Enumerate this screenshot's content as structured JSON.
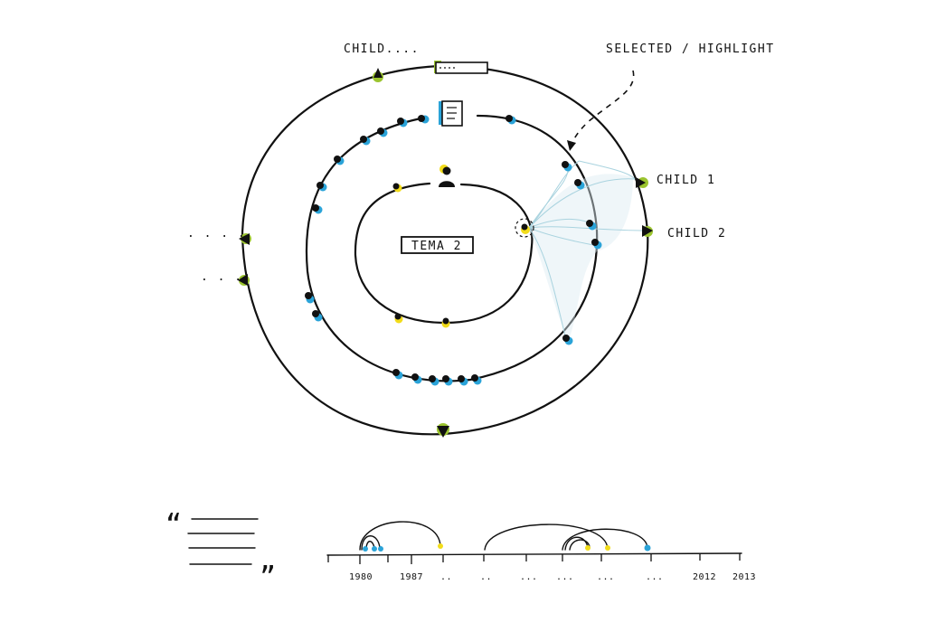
{
  "labels": {
    "selected": "SELECTED / HIGHLIGHT",
    "child_top": "CHILD....",
    "child1": "CHILD 1",
    "child2": "CHILD 2",
    "left_dots_upper": ". . . .",
    "left_dots_lower": ". . .",
    "center_box": "TEMA 2"
  },
  "timeline": {
    "open_quote": "“",
    "close_quote": "”",
    "ticks": [
      "1980",
      "1987",
      "..",
      "..",
      "...",
      "...",
      "...",
      "...",
      "2012",
      "2013"
    ]
  },
  "colors": {
    "ink": "#111111",
    "blue": "#2aa3d8",
    "green": "#9bc42f",
    "yellow": "#f2dc1a",
    "highlight_fan": "#a9d3df"
  },
  "icons": [
    "person-icon",
    "document-icon",
    "window-icon",
    "triangle-marker-icon"
  ]
}
